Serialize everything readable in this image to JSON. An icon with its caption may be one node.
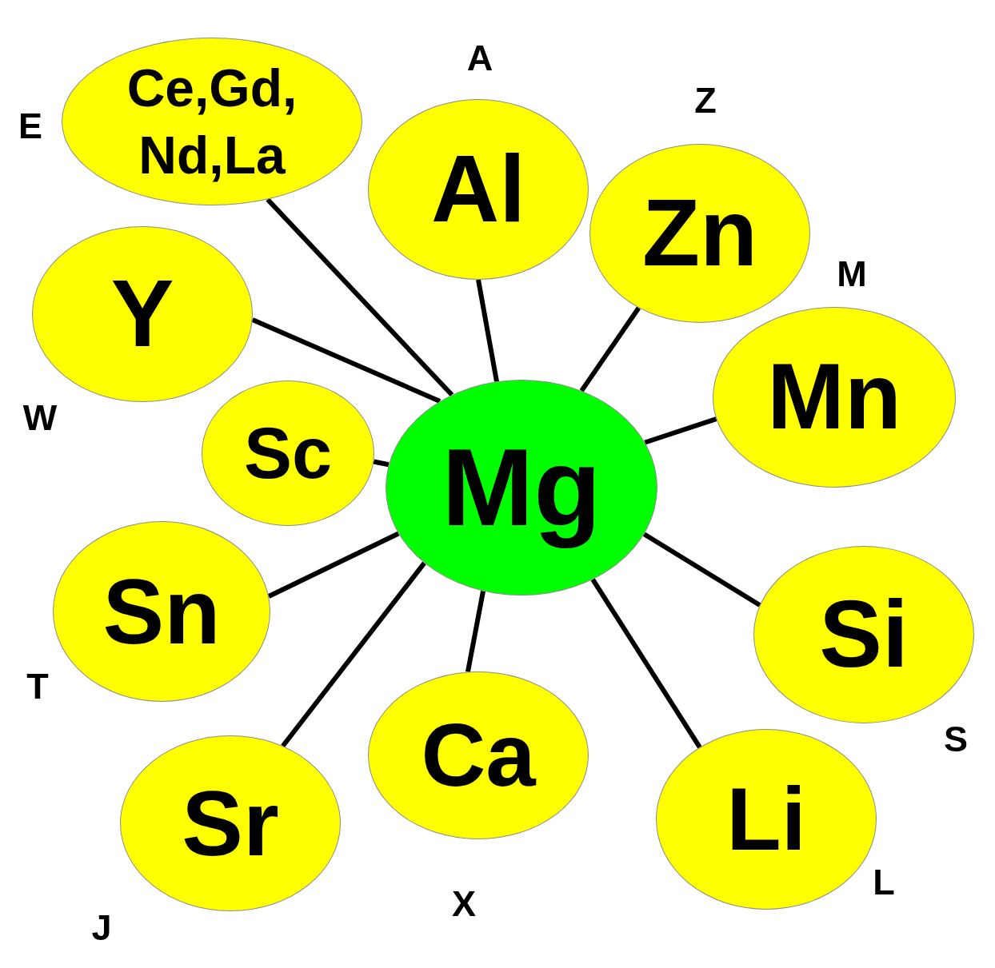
{
  "diagram": {
    "nodes": [
      {
        "text": [
          "Ce,Gd, Nd,La"
        ],
        "beside": [
          "E"
        ]
      },
      {
        "text": [
          "Al"
        ],
        "beside": [
          "A"
        ]
      },
      {
        "text": [
          "Zn"
        ],
        "beside": [
          "Z"
        ]
      },
      {
        "text": [
          "Y"
        ],
        "beside": [
          "W"
        ]
      },
      {
        "text": [
          "Mn"
        ],
        "beside": [
          "M"
        ]
      },
      {
        "text": [
          "Sc"
        ]
      },
      {
        "text": [
          "Mg"
        ]
      },
      {
        "text": [
          "Sn"
        ],
        "beside": [
          "T"
        ]
      },
      {
        "text": [
          "Si"
        ],
        "beside": [
          "S"
        ]
      },
      {
        "text": [
          "Ca"
        ],
        "beside": [
          "X"
        ]
      },
      {
        "text": [
          "Sr"
        ],
        "beside": [
          "J"
        ]
      },
      {
        "text": [
          "Li"
        ],
        "beside": [
          "L"
        ]
      }
    ],
    "edges": [
      {
        "from": 6,
        "to": 0,
        "arrow": "none"
      },
      {
        "from": 6,
        "to": 1,
        "arrow": "none"
      },
      {
        "from": 6,
        "to": 2,
        "arrow": "none"
      },
      {
        "from": 6,
        "to": 3,
        "arrow": "none"
      },
      {
        "from": 6,
        "to": 4,
        "arrow": "none"
      },
      {
        "from": 6,
        "to": 5,
        "arrow": "none"
      },
      {
        "from": 6,
        "to": 7,
        "arrow": "none"
      },
      {
        "from": 6,
        "to": 8,
        "arrow": "none"
      },
      {
        "from": 6,
        "to": 9,
        "arrow": "none"
      },
      {
        "from": 6,
        "to": 10,
        "arrow": "none"
      },
      {
        "from": 6,
        "to": 11,
        "arrow": "none"
      }
    ]
  }
}
